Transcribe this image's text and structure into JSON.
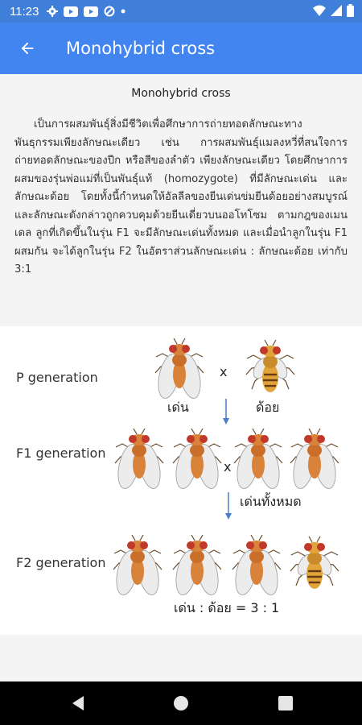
{
  "status_bar": {
    "time": "11:23",
    "icons": [
      "gear-icon",
      "youtube-icon",
      "youtube-icon",
      "sync-icon",
      "dot-icon"
    ],
    "right_icons": [
      "wifi-icon",
      "signal-icon",
      "battery-icon"
    ]
  },
  "app_bar": {
    "title": "Monohybrid cross",
    "back_icon": "arrow-back-icon",
    "color": "#4285f0"
  },
  "content": {
    "heading": "Monohybrid cross",
    "body": "เป็นการผสมพันธุ์สิ่งมีชีวิตเพื่อศึกษาการถ่ายทอดลักษณะทางพันธุกรรมเพียงลักษณะเดียว เช่น การผสมพันธุ์แมลงหวี่ที่สนใจการถ่ายทอดลักษณะของปีก หรือสีของลำตัว เพียงลักษณะเดียว โดยศึกษาการผสมของรุ่นพ่อแม่ที่เป็นพันธุ์แท้ (homozygote) ที่มีลักษณะเด่น และลักษณะด้อย โดยทั้งนี้กำหนดให้อัลลีลของยีนเด่นข่มยีนด้อยอย่างสมบูรณ์ และลักษณะดังกล่าวถูกควบคุมด้วยยีนเดี่ยวบนออโทโซม ตามกฎของเมนเดล ลูกที่เกิดขึ้นในรุ่น F1 จะมีลักษณะเด่นทั้งหมด และเมื่อนำลูกในรุ่น F1 ผสมกัน จะได้ลูกในรุ่น F2 ในอัตราส่วนลักษณะเด่น : ลักษณะด้อย เท่ากับ 3:1"
  },
  "diagram": {
    "p_label": "P generation",
    "f1_label": "F1 generation",
    "f2_label": "F2 generation",
    "cross_symbol": "x",
    "cross_symbol_f1": "x",
    "dominant_label": "เด่น",
    "recessive_label": "ด้อย",
    "f1_result": "เด่นทั้งหมด",
    "ratio": "เด่น : ด้อย = 3 : 1",
    "colors": {
      "fly_dominant_body": "#d9833a",
      "fly_recessive_body": "#e0a43a",
      "fly_eye": "#c0392b",
      "wing": "#e8e8e8",
      "arrow": "#4a7ec8"
    }
  },
  "nav_bar": {
    "back": "nav-back-icon",
    "home": "nav-home-icon",
    "recents": "nav-recents-icon"
  }
}
